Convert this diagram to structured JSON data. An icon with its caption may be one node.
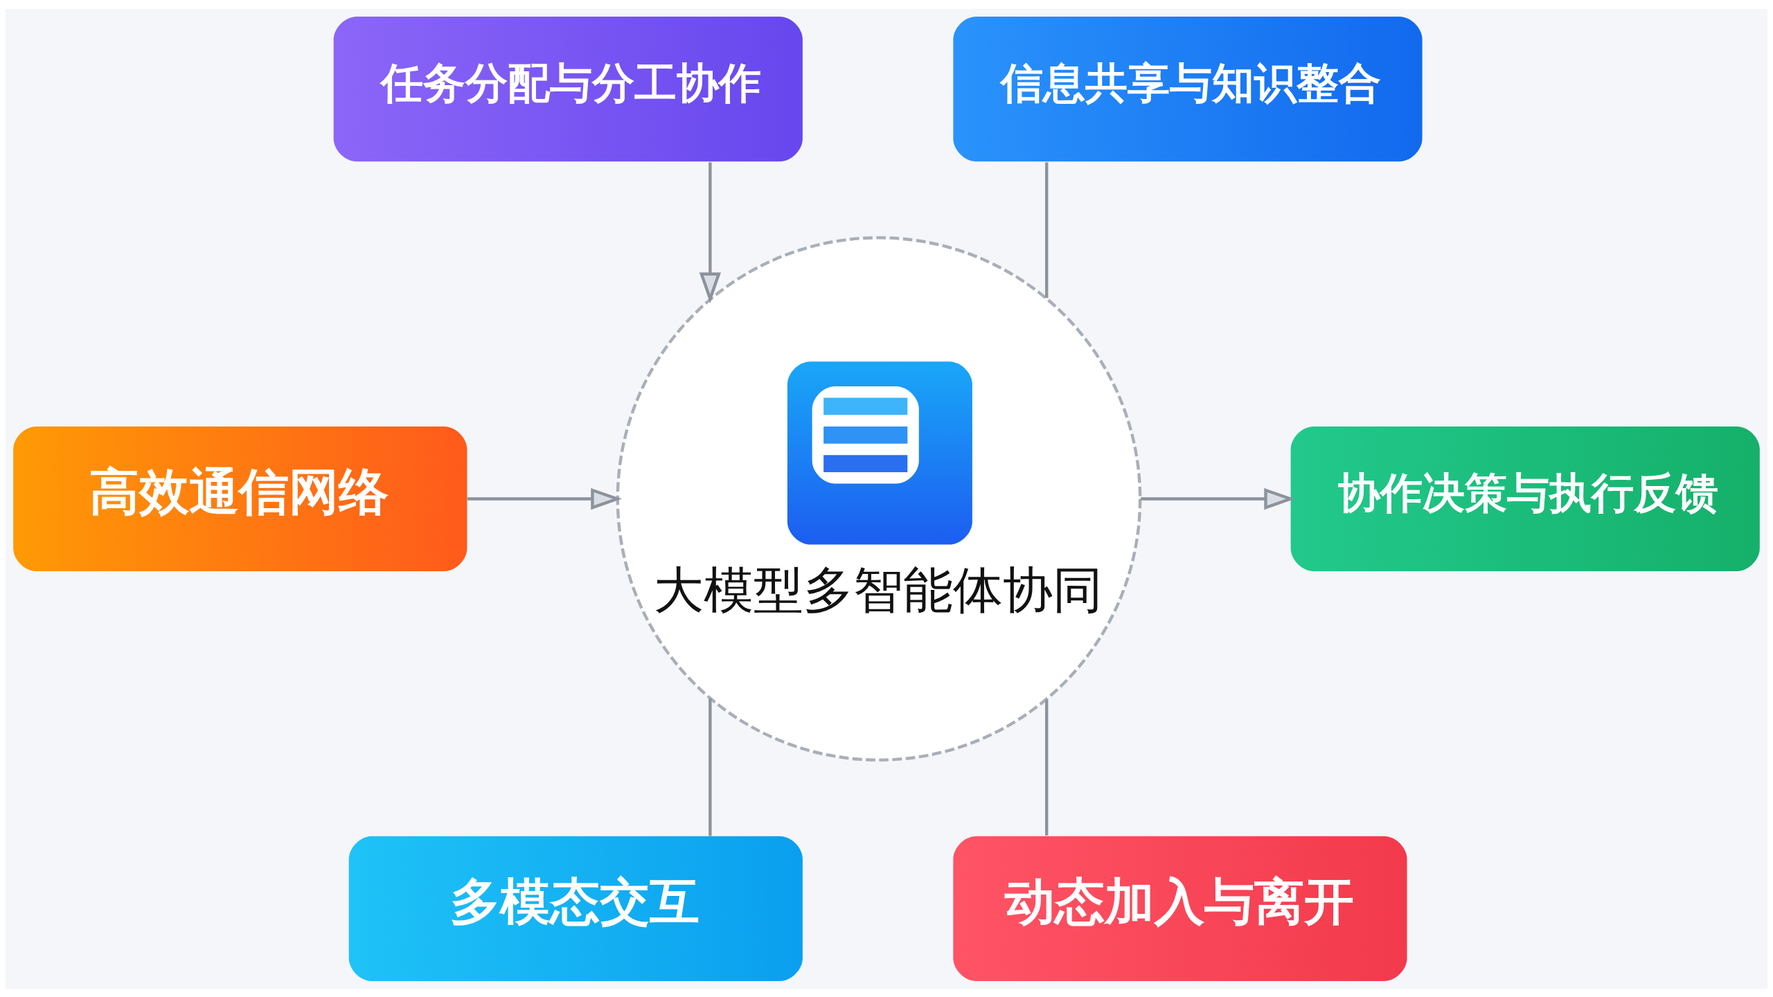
{
  "diagram": {
    "nodes": [
      {
        "text": [
          "任务分配与分工协作"
        ]
      },
      {
        "text": [
          "信息共享与知识整合"
        ]
      },
      {
        "text": [
          "高效通信网络"
        ]
      },
      {
        "text": [
          "大模型多智能体协同"
        ]
      },
      {
        "text": [
          "协作决策与执行反馈"
        ]
      },
      {
        "text": [
          "多模态交互"
        ]
      },
      {
        "text": [
          "动态加入与离开"
        ]
      }
    ],
    "edges": [
      {
        "from": 0,
        "to": 3,
        "arrow": "to"
      },
      {
        "from": 1,
        "to": 3,
        "arrow": "none"
      },
      {
        "from": 2,
        "to": 3,
        "arrow": "to"
      },
      {
        "from": 3,
        "to": 4,
        "arrow": "to"
      },
      {
        "from": 5,
        "to": 3,
        "arrow": "none"
      },
      {
        "from": 6,
        "to": 3,
        "arrow": "none"
      }
    ]
  }
}
